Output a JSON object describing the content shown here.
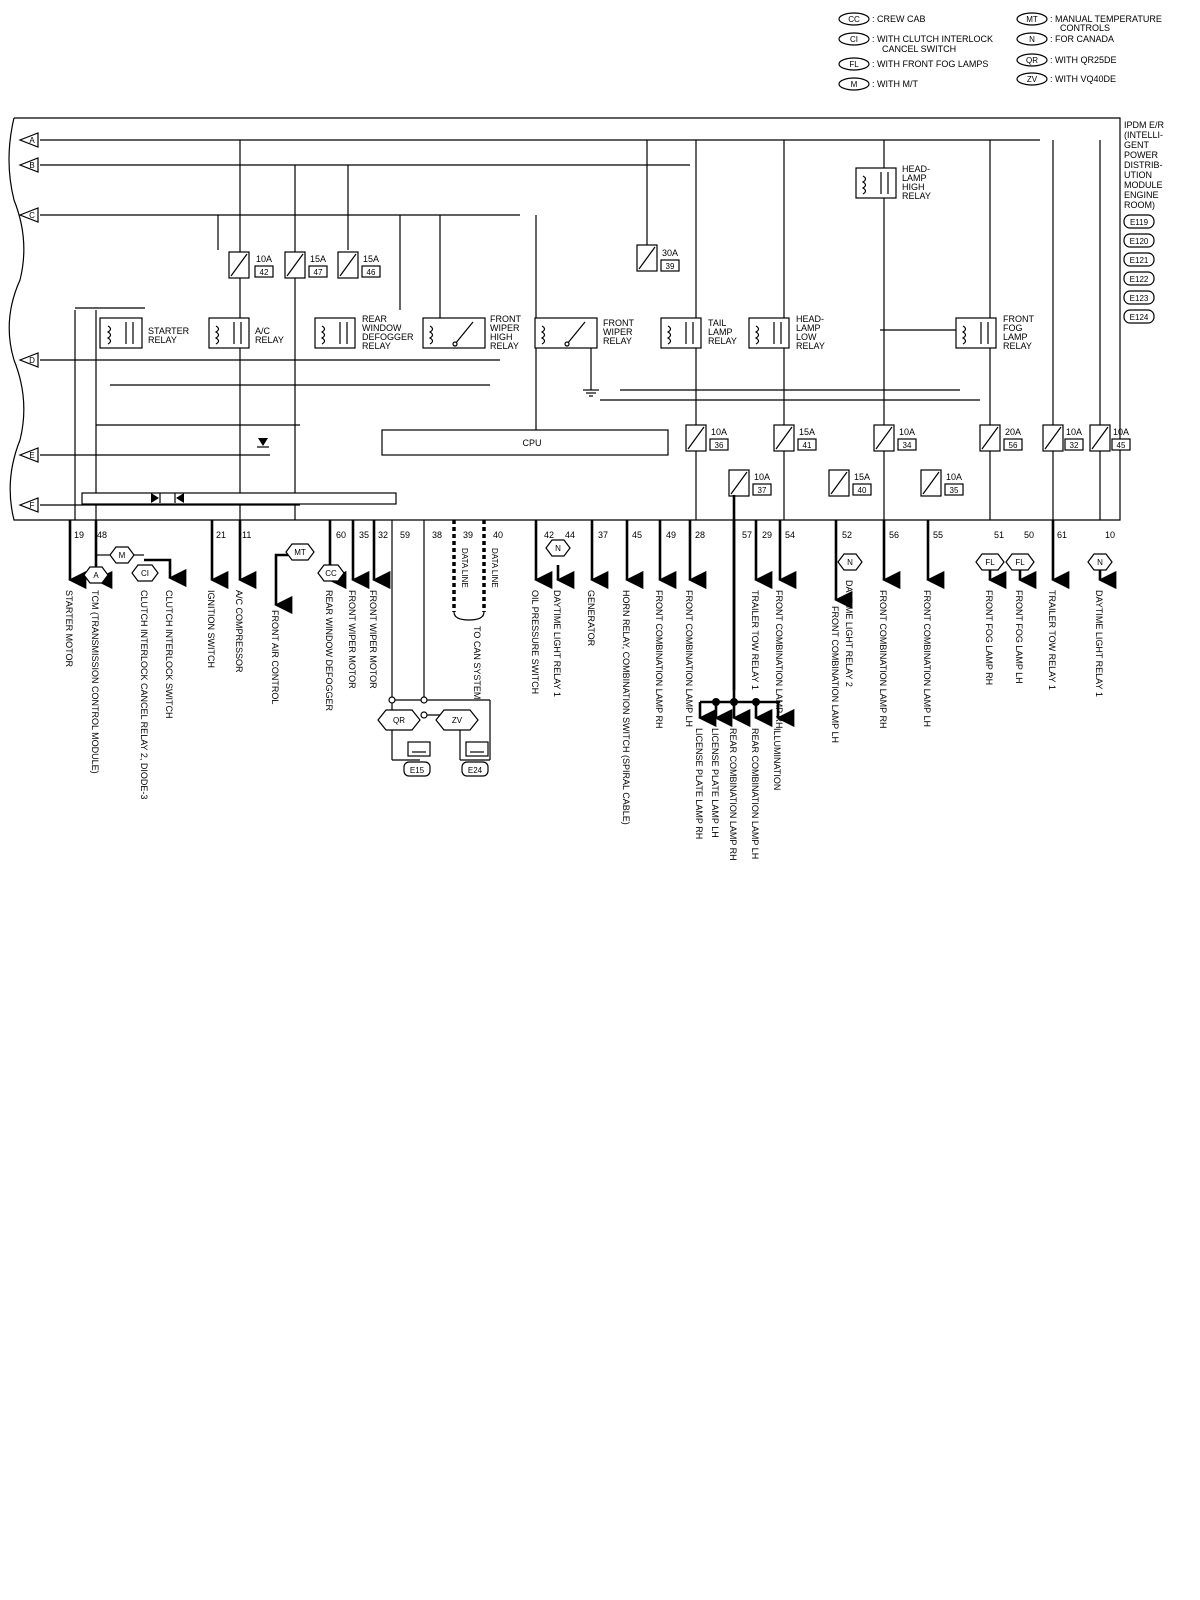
{
  "legend": [
    {
      "code": "CC",
      "text": ": CREW CAB"
    },
    {
      "code": "CI",
      "text": ": WITH CLUTCH INTERLOCK"
    },
    {
      "code": "",
      "text": "CANCEL SWITCH"
    },
    {
      "code": "FL",
      "text": ": WITH FRONT FOG LAMPS"
    },
    {
      "code": "M",
      "text": ": WITH M/T"
    },
    {
      "code": "MT",
      "text": ": MANUAL TEMPERATURE"
    },
    {
      "code": "",
      "text": "CONTROLS"
    },
    {
      "code": "N",
      "text": ": FOR CANADA"
    },
    {
      "code": "QR",
      "text": ": WITH QR25DE"
    },
    {
      "code": "ZV",
      "text": ": WITH VQ40DE"
    }
  ],
  "module": {
    "name_lines": [
      "IPDM E/R",
      "(INTELLI-",
      "GENT",
      "POWER",
      "DISTRIB-",
      "UTION",
      "MODULE",
      "ENGINE",
      "ROOM)"
    ],
    "connectors": [
      "E119",
      "E120",
      "E121",
      "E122",
      "E123",
      "E124"
    ]
  },
  "inputs": [
    "A",
    "B",
    "C",
    "D",
    "E",
    "F"
  ],
  "cpu": "CPU",
  "fuses": [
    {
      "amp": "10A",
      "no": "42"
    },
    {
      "amp": "15A",
      "no": "47"
    },
    {
      "amp": "15A",
      "no": "46"
    },
    {
      "amp": "30A",
      "no": "39"
    },
    {
      "amp": "10A",
      "no": "36"
    },
    {
      "amp": "15A",
      "no": "41"
    },
    {
      "amp": "10A",
      "no": "37"
    },
    {
      "amp": "15A",
      "no": "40"
    },
    {
      "amp": "10A",
      "no": "34"
    },
    {
      "amp": "10A",
      "no": "35"
    },
    {
      "amp": "20A",
      "no": "56"
    },
    {
      "amp": "10A",
      "no": "32"
    },
    {
      "amp": "10A",
      "no": "45"
    }
  ],
  "relays": [
    {
      "lines": [
        "STARTER",
        "RELAY"
      ]
    },
    {
      "lines": [
        "A/C",
        "RELAY"
      ]
    },
    {
      "lines": [
        "REAR",
        "WINDOW",
        "DEFOGGER",
        "RELAY"
      ]
    },
    {
      "lines": [
        "FRONT",
        "WIPER",
        "HIGH",
        "RELAY"
      ]
    },
    {
      "lines": [
        "FRONT",
        "WIPER",
        "RELAY"
      ]
    },
    {
      "lines": [
        "TAIL",
        "LAMP",
        "RELAY"
      ]
    },
    {
      "lines": [
        "HEAD-",
        "LAMP",
        "LOW",
        "RELAY"
      ]
    },
    {
      "lines": [
        "HEAD-",
        "LAMP",
        "HIGH",
        "RELAY"
      ]
    },
    {
      "lines": [
        "FRONT",
        "FOG",
        "LAMP",
        "RELAY"
      ]
    }
  ],
  "terminals": [
    "19",
    "48",
    "21",
    "11",
    "60",
    "35",
    "32",
    "59",
    "38",
    "39",
    "40",
    "42",
    "44",
    "37",
    "45",
    "49",
    "28",
    "57",
    "29",
    "54",
    "52",
    "56",
    "55",
    "51",
    "50",
    "61",
    "10"
  ],
  "data_lines": [
    "DATA LINE",
    "DATA LINE"
  ],
  "can_system": "TO CAN SYSTEM",
  "grounds": [
    "E15",
    "E24"
  ],
  "outputs": [
    "STARTER MOTOR",
    "TCM (TRANSMISSION CONTROL MODULE)",
    "CLUTCH INTERLOCK CANCEL RELAY 2, DIODE-3",
    "CLUTCH INTERLOCK SWITCH",
    "IGNITION SWITCH",
    "A/C COMPRESSOR",
    "FRONT AIR CONTROL",
    "REAR WINDOW DEFOGGER",
    "FRONT WIPER MOTOR",
    "FRONT WIPER MOTOR",
    "OIL PRESSURE SWITCH",
    "DAYTIME LIGHT RELAY 1",
    "GENERATOR",
    "HORN RELAY, COMBINATION SWITCH (SPIRAL CABLE)",
    "FRONT COMBINATION LAMP RH",
    "FRONT COMBINATION LAMP LH",
    "TRAILER TOW RELAY 1",
    "FRONT COMBINATION LAMP RH",
    "FRONT COMBINATION LAMP LH",
    "DAYTIME LIGHT RELAY 2",
    "FRONT COMBINATION LAMP RH",
    "FRONT COMBINATION LAMP LH",
    "FRONT FOG LAMP RH",
    "FRONT FOG LAMP LH",
    "TRAILER TOW RELAY 1",
    "DAYTIME LIGHT RELAY 1",
    "ILLUMINATION",
    "REAR COMBINATION LAMP LH",
    "REAR COMBINATION LAMP RH",
    "LICENSE PLATE LAMP LH",
    "LICENSE PLATE LAMP RH"
  ],
  "option_tags": [
    "A",
    "M",
    "CI",
    "MT",
    "CC",
    "QR",
    "ZV",
    "N",
    "N",
    "FL",
    "FL",
    "N"
  ]
}
